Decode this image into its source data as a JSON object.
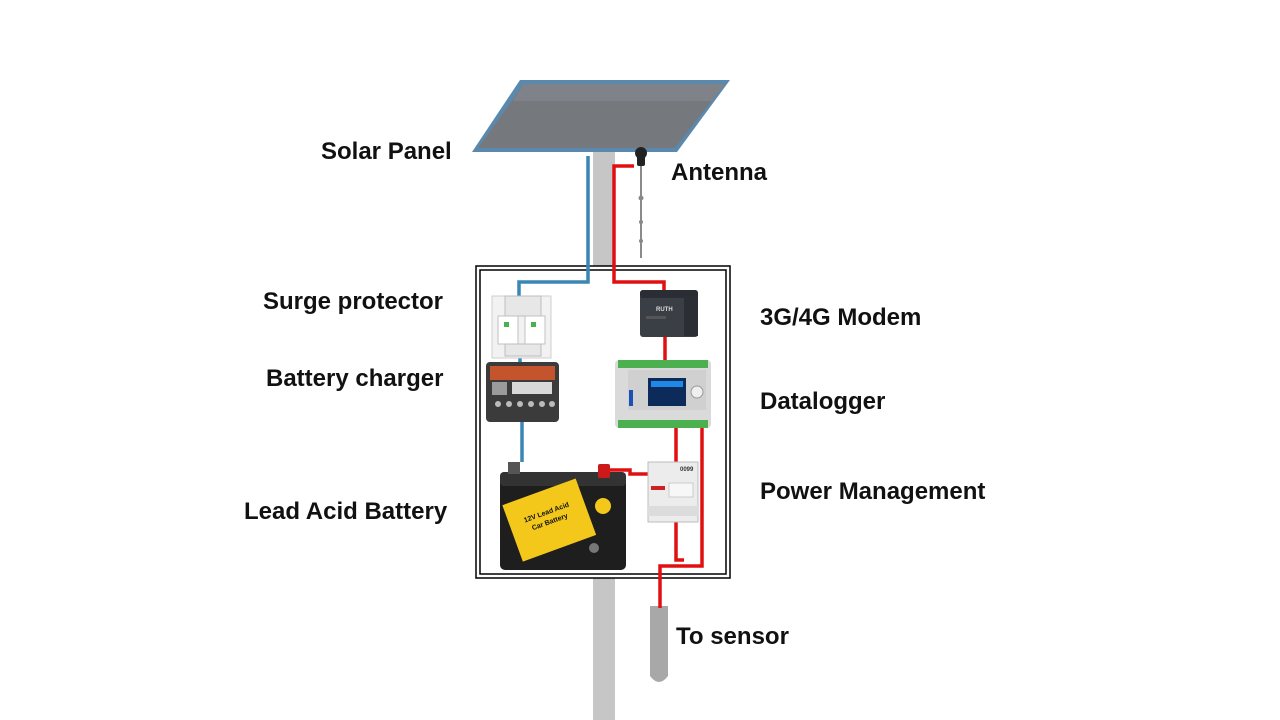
{
  "labels": {
    "solar_panel": "Solar Panel",
    "antenna": "Antenna",
    "surge_protector": "Surge protector",
    "battery_charger": "Battery charger",
    "lead_acid_battery": "Lead Acid Battery",
    "modem": "3G/4G Modem",
    "datalogger": "Datalogger",
    "power_management": "Power Management",
    "to_sensor": "To sensor"
  },
  "device_text": {
    "battery_line1": "12V Lead Acid",
    "battery_line2": "Car Battery",
    "modem_brand": "RUTH",
    "psu_code": "0099"
  },
  "colors": {
    "wire_power": "#e01010",
    "wire_panel": "#3a86b4",
    "pole": "#c6c6c6",
    "sensor": "#a8a8a8",
    "panel_fill": "#74797f",
    "panel_frame": "#5b89ad",
    "battery_label": "#f3c81a"
  }
}
